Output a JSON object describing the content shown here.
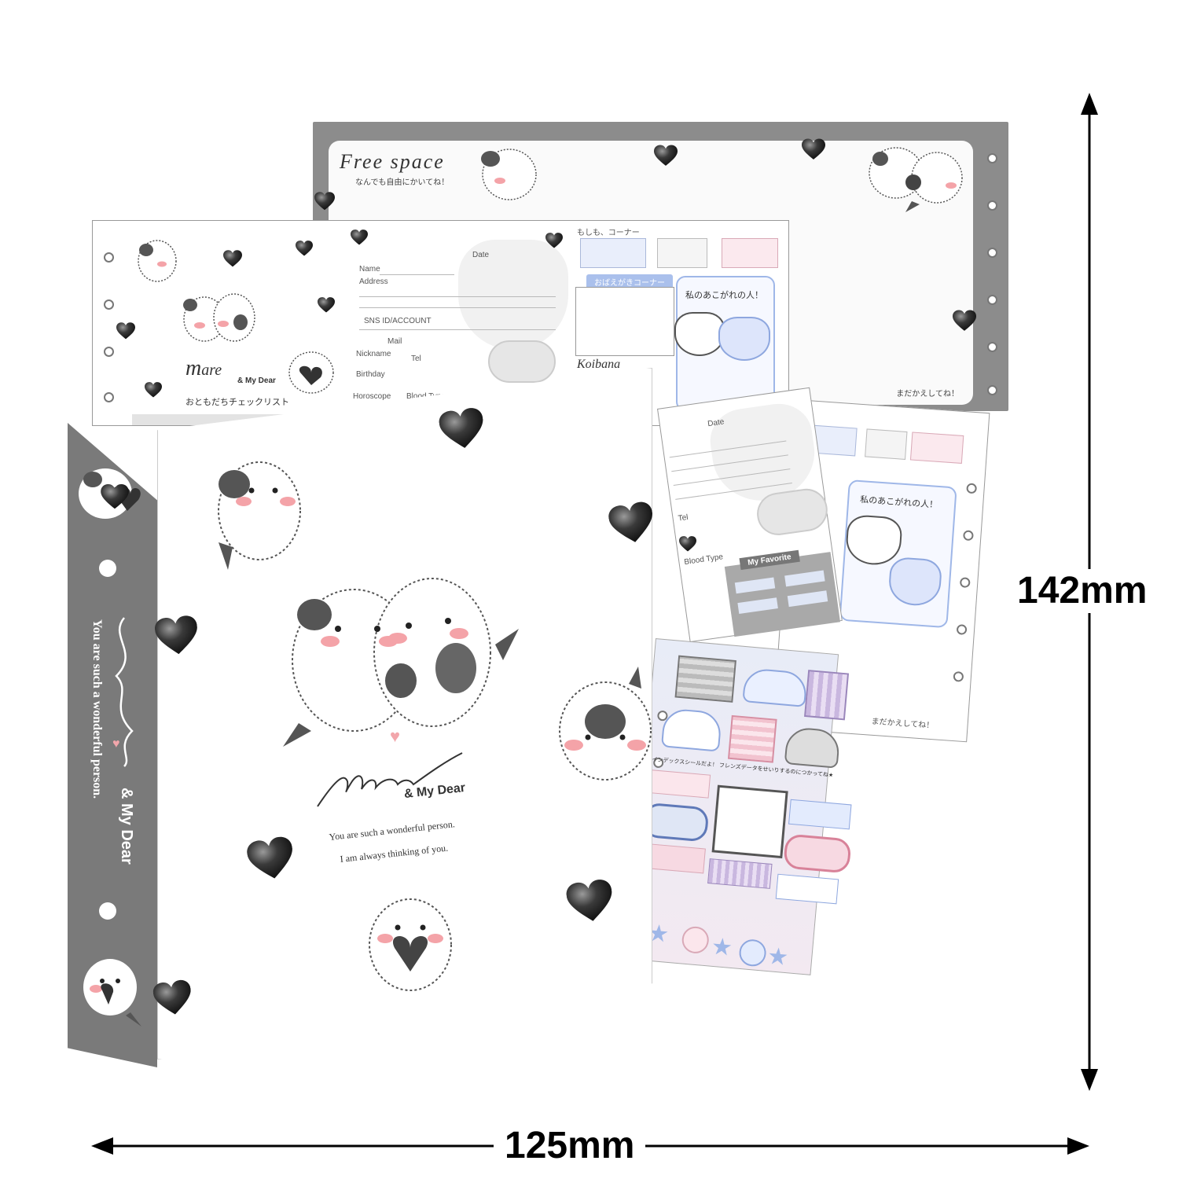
{
  "dimensions": {
    "height": "142mm",
    "width": "125mm"
  },
  "cover": {
    "logo_script": "mare",
    "brand_sub": "& My Dear",
    "tagline_1": "You are such a wonderful person.",
    "tagline_2": "I am always thinking of you."
  },
  "spine": {
    "brand_sub": "& My Dear",
    "tagline": "You are such a wonderful person."
  },
  "free_space_sheet": {
    "title": "Free space",
    "subtitle": "なんでも自由にかいてね！",
    "footer": "まだかえしてね！"
  },
  "profile_sheet": {
    "checklist_title": "おともだちチェックリスト",
    "brand_sub": "& My Dear",
    "date_label": "Date",
    "name_label": "Name",
    "address_label": "Address",
    "sns_label": "SNS ID/ACCOUNT",
    "nickname_label": "Nickname",
    "tel_label": "Tel",
    "mail_label": "Mail",
    "birthday_label": "Birthday",
    "horoscope_label": "Horoscope",
    "blood_label": "Blood Type",
    "moshimo": "もしも、コーナー",
    "oshiete": "おばえがきコーナー",
    "akogare": "私のあこがれの人！",
    "koibana": "Koibana"
  },
  "right_sheet": {
    "akogare": "私のあこがれの人！",
    "footer": "まだかえしてね！"
  },
  "middle_sheet": {
    "date_label": "Date",
    "tel_label": "Tel",
    "blood_label": "Blood Type",
    "favorite_label": "My Favorite"
  },
  "sticker_sheet": {
    "note": "インデックスシールだよ！ フレンズデータをせいりするのにつかってね★"
  },
  "colors": {
    "spine_gray": "#7a7a7a",
    "heart_dark": "#2a2a2a",
    "blush": "#f4a3a8",
    "accent_blue": "#9fb7e8",
    "accent_pink": "#f2b8c6"
  }
}
